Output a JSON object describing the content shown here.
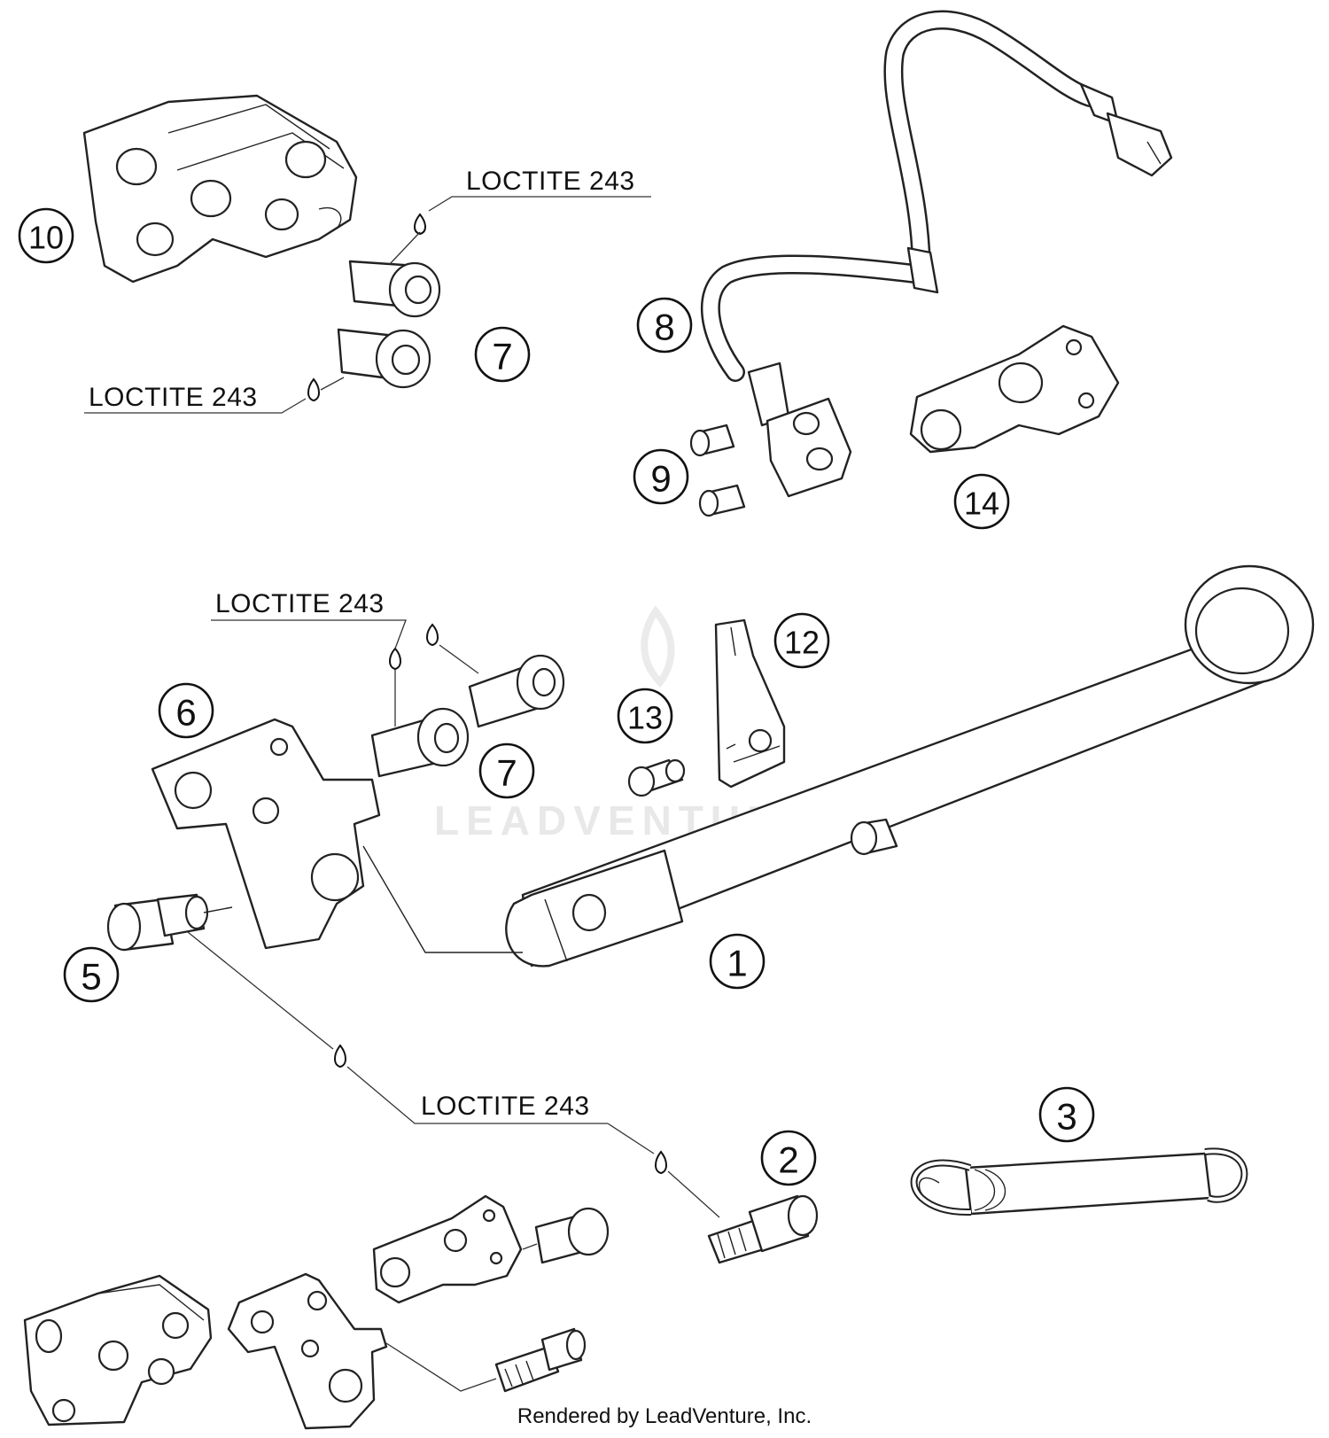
{
  "callouts": [
    {
      "id": "1",
      "label": "1"
    },
    {
      "id": "2",
      "label": "2"
    },
    {
      "id": "3",
      "label": "3"
    },
    {
      "id": "5",
      "label": "5"
    },
    {
      "id": "6",
      "label": "6"
    },
    {
      "id": "7a",
      "label": "7"
    },
    {
      "id": "7b",
      "label": "7"
    },
    {
      "id": "8",
      "label": "8"
    },
    {
      "id": "9",
      "label": "9"
    },
    {
      "id": "10",
      "label": "10"
    },
    {
      "id": "12",
      "label": "12"
    },
    {
      "id": "13",
      "label": "13"
    },
    {
      "id": "14",
      "label": "14"
    }
  ],
  "notes": [
    {
      "id": "loctite-1",
      "text": "LOCTITE 243"
    },
    {
      "id": "loctite-2",
      "text": "LOCTITE 243"
    },
    {
      "id": "loctite-3",
      "text": "LOCTITE 243"
    },
    {
      "id": "loctite-4",
      "text": "LOCTITE 243"
    }
  ],
  "watermark": {
    "text": "LEADVENTURE"
  },
  "footer": {
    "text": "Rendered by LeadVenture, Inc."
  }
}
